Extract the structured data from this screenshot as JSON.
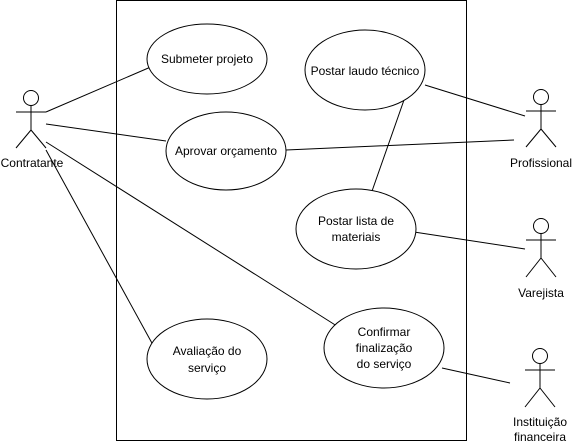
{
  "actors": {
    "contratante": {
      "label": "Contratante"
    },
    "profissional": {
      "label": "Profissional"
    },
    "varejista": {
      "label": "Varejista"
    },
    "instituicao": {
      "label_line1": "Instituição",
      "label_line2": "financeira"
    }
  },
  "use_cases": {
    "submeter": {
      "line1": "Submeter projeto"
    },
    "aprovar": {
      "line1": "Aprovar orçamento"
    },
    "laudo": {
      "line1": "Postar laudo técnico"
    },
    "lista": {
      "line1": "Postar lista de",
      "line2": "materiais"
    },
    "avaliacao": {
      "line1": "Avaliação do",
      "line2": "serviço"
    },
    "confirmar": {
      "line1": "Confirmar",
      "line2": "finalização",
      "line3": "do serviço"
    }
  }
}
